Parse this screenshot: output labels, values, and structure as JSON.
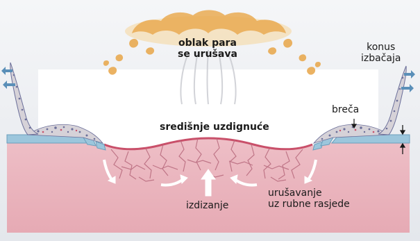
{
  "diagram": {
    "labels": {
      "vapor_cloud": [
        "oblak para",
        "se urušava"
      ],
      "central_uplift": "središnje uzdignuće",
      "ejecta_cone": [
        "konus",
        "izbačaja"
      ],
      "breccia": "breča",
      "uplift": "izdizanje",
      "rim_faults": [
        "urušavanje",
        "uz rubne rasjede"
      ]
    },
    "colors": {
      "sky": "#eef0f3",
      "rock": "#ebb6bf",
      "rock_crack": "#b86a7d",
      "melt_lining": "#c9506a",
      "surface_layer": "#9cc6dc",
      "surface_layer_dark": "#6a9ebc",
      "cloud": "#e9aa52",
      "cloud_light": "#f6d59a",
      "breccia_debris": "#6b6f9a",
      "arrow": "#ffffff",
      "side_arrow": "#5a8fb8"
    }
  }
}
